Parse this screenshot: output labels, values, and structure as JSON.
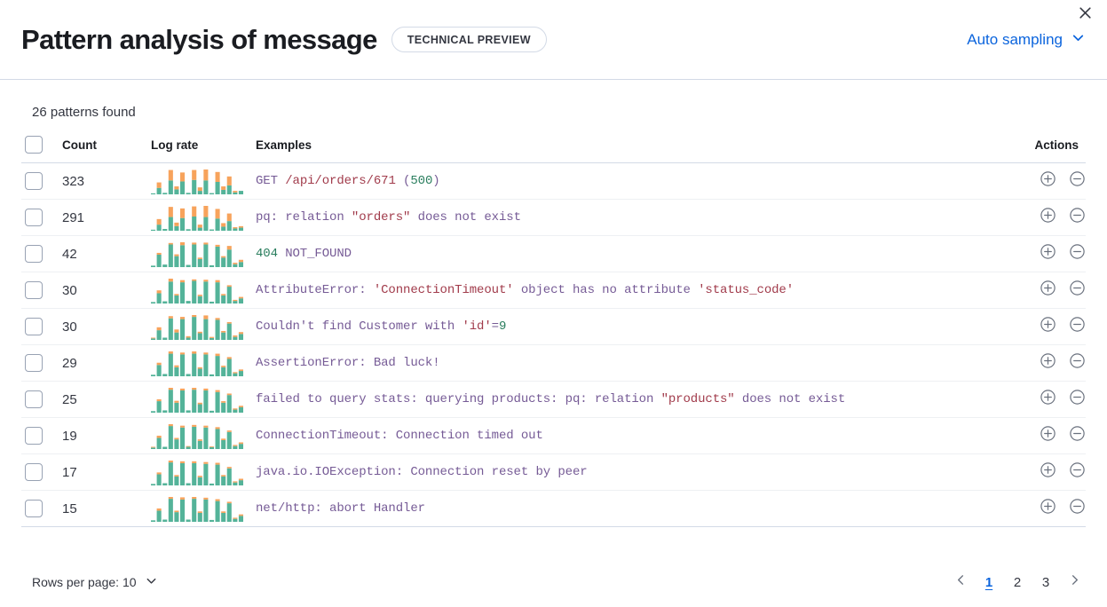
{
  "header": {
    "title": "Pattern analysis of message",
    "badge": "TECHNICAL PREVIEW",
    "sampling_label": "Auto sampling",
    "chevron": "chevron-down-icon",
    "close": "close-icon"
  },
  "summary": {
    "patterns_found": "26 patterns found"
  },
  "table": {
    "columns": {
      "select": "",
      "count": "Count",
      "log_rate": "Log rate",
      "examples": "Examples",
      "actions": "Actions"
    },
    "rows": [
      {
        "count": "323",
        "example_tokens": [
          {
            "t": "GET ",
            "c": "plain"
          },
          {
            "t": "/api/orders/671",
            "c": "str"
          },
          {
            "t": " (",
            "c": "plain"
          },
          {
            "t": "500",
            "c": "num"
          },
          {
            "t": ")",
            "c": "plain"
          }
        ],
        "bars": [
          {
            "teal": 4,
            "orange": 0
          },
          {
            "teal": 26,
            "orange": 22
          },
          {
            "teal": 6,
            "orange": 0
          },
          {
            "teal": 56,
            "orange": 42
          },
          {
            "teal": 20,
            "orange": 12
          },
          {
            "teal": 52,
            "orange": 36
          },
          {
            "teal": 6,
            "orange": 0
          },
          {
            "teal": 58,
            "orange": 40
          },
          {
            "teal": 14,
            "orange": 14
          },
          {
            "teal": 56,
            "orange": 44
          },
          {
            "teal": 5,
            "orange": 0
          },
          {
            "teal": 50,
            "orange": 40
          },
          {
            "teal": 18,
            "orange": 14
          },
          {
            "teal": 36,
            "orange": 36
          },
          {
            "teal": 8,
            "orange": 6
          },
          {
            "teal": 14,
            "orange": 0
          }
        ]
      },
      {
        "count": "291",
        "example_tokens": [
          {
            "t": "pq: relation ",
            "c": "plain"
          },
          {
            "t": "\"orders\"",
            "c": "str"
          },
          {
            "t": " does not exist",
            "c": "plain"
          }
        ],
        "bars": [
          {
            "teal": 4,
            "orange": 0
          },
          {
            "teal": 24,
            "orange": 22
          },
          {
            "teal": 7,
            "orange": 0
          },
          {
            "teal": 54,
            "orange": 40
          },
          {
            "teal": 18,
            "orange": 14
          },
          {
            "teal": 50,
            "orange": 38
          },
          {
            "teal": 6,
            "orange": 0
          },
          {
            "teal": 56,
            "orange": 40
          },
          {
            "teal": 12,
            "orange": 12
          },
          {
            "teal": 54,
            "orange": 44
          },
          {
            "teal": 5,
            "orange": 0
          },
          {
            "teal": 48,
            "orange": 38
          },
          {
            "teal": 16,
            "orange": 14
          },
          {
            "teal": 38,
            "orange": 30
          },
          {
            "teal": 9,
            "orange": 5
          },
          {
            "teal": 12,
            "orange": 6
          }
        ]
      },
      {
        "count": "42",
        "example_tokens": [
          {
            "t": "404",
            "c": "num"
          },
          {
            "t": " NOT_FOUND",
            "c": "plain"
          }
        ],
        "bars": [
          {
            "teal": 4,
            "orange": 0
          },
          {
            "teal": 34,
            "orange": 5
          },
          {
            "teal": 7,
            "orange": 0
          },
          {
            "teal": 62,
            "orange": 4
          },
          {
            "teal": 30,
            "orange": 5
          },
          {
            "teal": 60,
            "orange": 8
          },
          {
            "teal": 6,
            "orange": 0
          },
          {
            "teal": 62,
            "orange": 5
          },
          {
            "teal": 22,
            "orange": 4
          },
          {
            "teal": 62,
            "orange": 5
          },
          {
            "teal": 5,
            "orange": 0
          },
          {
            "teal": 56,
            "orange": 5
          },
          {
            "teal": 26,
            "orange": 4
          },
          {
            "teal": 48,
            "orange": 10
          },
          {
            "teal": 8,
            "orange": 4
          },
          {
            "teal": 14,
            "orange": 6
          }
        ]
      },
      {
        "count": "30",
        "example_tokens": [
          {
            "t": "AttributeError: ",
            "c": "plain"
          },
          {
            "t": "'ConnectionTimeout'",
            "c": "str"
          },
          {
            "t": " object has no attribute ",
            "c": "plain"
          },
          {
            "t": "'status_code'",
            "c": "str"
          }
        ],
        "bars": [
          {
            "teal": 4,
            "orange": 0
          },
          {
            "teal": 28,
            "orange": 8
          },
          {
            "teal": 6,
            "orange": 0
          },
          {
            "teal": 60,
            "orange": 8
          },
          {
            "teal": 22,
            "orange": 4
          },
          {
            "teal": 58,
            "orange": 6
          },
          {
            "teal": 7,
            "orange": 0
          },
          {
            "teal": 62,
            "orange": 4
          },
          {
            "teal": 20,
            "orange": 4
          },
          {
            "teal": 60,
            "orange": 5
          },
          {
            "teal": 5,
            "orange": 0
          },
          {
            "teal": 58,
            "orange": 6
          },
          {
            "teal": 22,
            "orange": 4
          },
          {
            "teal": 46,
            "orange": 4
          },
          {
            "teal": 7,
            "orange": 3
          },
          {
            "teal": 14,
            "orange": 4
          }
        ]
      },
      {
        "count": "30",
        "example_tokens": [
          {
            "t": "Couldn't find Customer with ",
            "c": "plain"
          },
          {
            "t": "'id'",
            "c": "str"
          },
          {
            "t": "=",
            "c": "plain"
          },
          {
            "t": "9",
            "c": "num"
          }
        ],
        "bars": [
          {
            "teal": 4,
            "orange": 2
          },
          {
            "teal": 26,
            "orange": 8
          },
          {
            "teal": 6,
            "orange": 0
          },
          {
            "teal": 58,
            "orange": 6
          },
          {
            "teal": 20,
            "orange": 8
          },
          {
            "teal": 56,
            "orange": 6
          },
          {
            "teal": 6,
            "orange": 4
          },
          {
            "teal": 62,
            "orange": 5
          },
          {
            "teal": 18,
            "orange": 4
          },
          {
            "teal": 56,
            "orange": 10
          },
          {
            "teal": 5,
            "orange": 3
          },
          {
            "teal": 54,
            "orange": 5
          },
          {
            "teal": 20,
            "orange": 4
          },
          {
            "teal": 44,
            "orange": 4
          },
          {
            "teal": 8,
            "orange": 4
          },
          {
            "teal": 16,
            "orange": 5
          }
        ]
      },
      {
        "count": "29",
        "example_tokens": [
          {
            "t": "AssertionError: Bad luck!",
            "c": "plain"
          }
        ],
        "bars": [
          {
            "teal": 4,
            "orange": 0
          },
          {
            "teal": 30,
            "orange": 6
          },
          {
            "teal": 6,
            "orange": 0
          },
          {
            "teal": 60,
            "orange": 6
          },
          {
            "teal": 24,
            "orange": 5
          },
          {
            "teal": 58,
            "orange": 5
          },
          {
            "teal": 6,
            "orange": 0
          },
          {
            "teal": 60,
            "orange": 6
          },
          {
            "teal": 20,
            "orange": 4
          },
          {
            "teal": 58,
            "orange": 5
          },
          {
            "teal": 5,
            "orange": 0
          },
          {
            "teal": 54,
            "orange": 6
          },
          {
            "teal": 24,
            "orange": 4
          },
          {
            "teal": 46,
            "orange": 5
          },
          {
            "teal": 8,
            "orange": 3
          },
          {
            "teal": 14,
            "orange": 4
          }
        ]
      },
      {
        "count": "25",
        "example_tokens": [
          {
            "t": "failed to query stats: querying products: pq: relation ",
            "c": "plain"
          },
          {
            "t": "\"products\"",
            "c": "str"
          },
          {
            "t": " does not exist",
            "c": "plain"
          }
        ],
        "bars": [
          {
            "teal": 4,
            "orange": 0
          },
          {
            "teal": 30,
            "orange": 5
          },
          {
            "teal": 6,
            "orange": 0
          },
          {
            "teal": 60,
            "orange": 5
          },
          {
            "teal": 26,
            "orange": 5
          },
          {
            "teal": 58,
            "orange": 5
          },
          {
            "teal": 6,
            "orange": 0
          },
          {
            "teal": 60,
            "orange": 5
          },
          {
            "teal": 22,
            "orange": 4
          },
          {
            "teal": 58,
            "orange": 5
          },
          {
            "teal": 5,
            "orange": 0
          },
          {
            "teal": 54,
            "orange": 5
          },
          {
            "teal": 26,
            "orange": 4
          },
          {
            "teal": 46,
            "orange": 4
          },
          {
            "teal": 8,
            "orange": 3
          },
          {
            "teal": 14,
            "orange": 4
          }
        ]
      },
      {
        "count": "19",
        "example_tokens": [
          {
            "t": "ConnectionTimeout: Connection timed out",
            "c": "plain"
          }
        ],
        "bars": [
          {
            "teal": 4,
            "orange": 2
          },
          {
            "teal": 30,
            "orange": 6
          },
          {
            "teal": 6,
            "orange": 0
          },
          {
            "teal": 62,
            "orange": 5
          },
          {
            "teal": 26,
            "orange": 4
          },
          {
            "teal": 58,
            "orange": 5
          },
          {
            "teal": 6,
            "orange": 2
          },
          {
            "teal": 60,
            "orange": 5
          },
          {
            "teal": 22,
            "orange": 4
          },
          {
            "teal": 58,
            "orange": 5
          },
          {
            "teal": 5,
            "orange": 2
          },
          {
            "teal": 54,
            "orange": 5
          },
          {
            "teal": 24,
            "orange": 4
          },
          {
            "teal": 46,
            "orange": 4
          },
          {
            "teal": 8,
            "orange": 3
          },
          {
            "teal": 14,
            "orange": 4
          }
        ]
      },
      {
        "count": "17",
        "example_tokens": [
          {
            "t": "java.io.IOException: Connection reset by peer",
            "c": "plain"
          }
        ],
        "bars": [
          {
            "teal": 4,
            "orange": 0
          },
          {
            "teal": 30,
            "orange": 5
          },
          {
            "teal": 6,
            "orange": 0
          },
          {
            "teal": 62,
            "orange": 5
          },
          {
            "teal": 24,
            "orange": 4
          },
          {
            "teal": 60,
            "orange": 5
          },
          {
            "teal": 6,
            "orange": 0
          },
          {
            "teal": 60,
            "orange": 5
          },
          {
            "teal": 22,
            "orange": 4
          },
          {
            "teal": 58,
            "orange": 5
          },
          {
            "teal": 5,
            "orange": 0
          },
          {
            "teal": 56,
            "orange": 5
          },
          {
            "teal": 24,
            "orange": 4
          },
          {
            "teal": 46,
            "orange": 4
          },
          {
            "teal": 8,
            "orange": 3
          },
          {
            "teal": 14,
            "orange": 4
          }
        ]
      },
      {
        "count": "15",
        "example_tokens": [
          {
            "t": "net/http: abort Handler",
            "c": "plain"
          }
        ],
        "bars": [
          {
            "teal": 4,
            "orange": 0
          },
          {
            "teal": 30,
            "orange": 6
          },
          {
            "teal": 6,
            "orange": 0
          },
          {
            "teal": 62,
            "orange": 5
          },
          {
            "teal": 26,
            "orange": 4
          },
          {
            "teal": 60,
            "orange": 6
          },
          {
            "teal": 6,
            "orange": 0
          },
          {
            "teal": 62,
            "orange": 5
          },
          {
            "teal": 24,
            "orange": 4
          },
          {
            "teal": 60,
            "orange": 5
          },
          {
            "teal": 5,
            "orange": 0
          },
          {
            "teal": 56,
            "orange": 5
          },
          {
            "teal": 24,
            "orange": 4
          },
          {
            "teal": 50,
            "orange": 4
          },
          {
            "teal": 8,
            "orange": 3
          },
          {
            "teal": 16,
            "orange": 4
          }
        ]
      }
    ],
    "row_actions": {
      "filter_for": "plus-in-circle-icon",
      "filter_out": "minus-in-circle-icon"
    }
  },
  "footer": {
    "rows_per_page": "Rows per page: 10",
    "prev": "chevron-left-icon",
    "next": "chevron-right-icon",
    "pages": [
      "1",
      "2",
      "3"
    ],
    "active_page": "1"
  },
  "colors": {
    "bar_teal": "#54b399",
    "bar_orange": "#f7a35c",
    "link_blue": "#0b64dd",
    "code_plain": "#765b96",
    "code_string": "#a13b4b",
    "code_number": "#2a7e5e"
  }
}
